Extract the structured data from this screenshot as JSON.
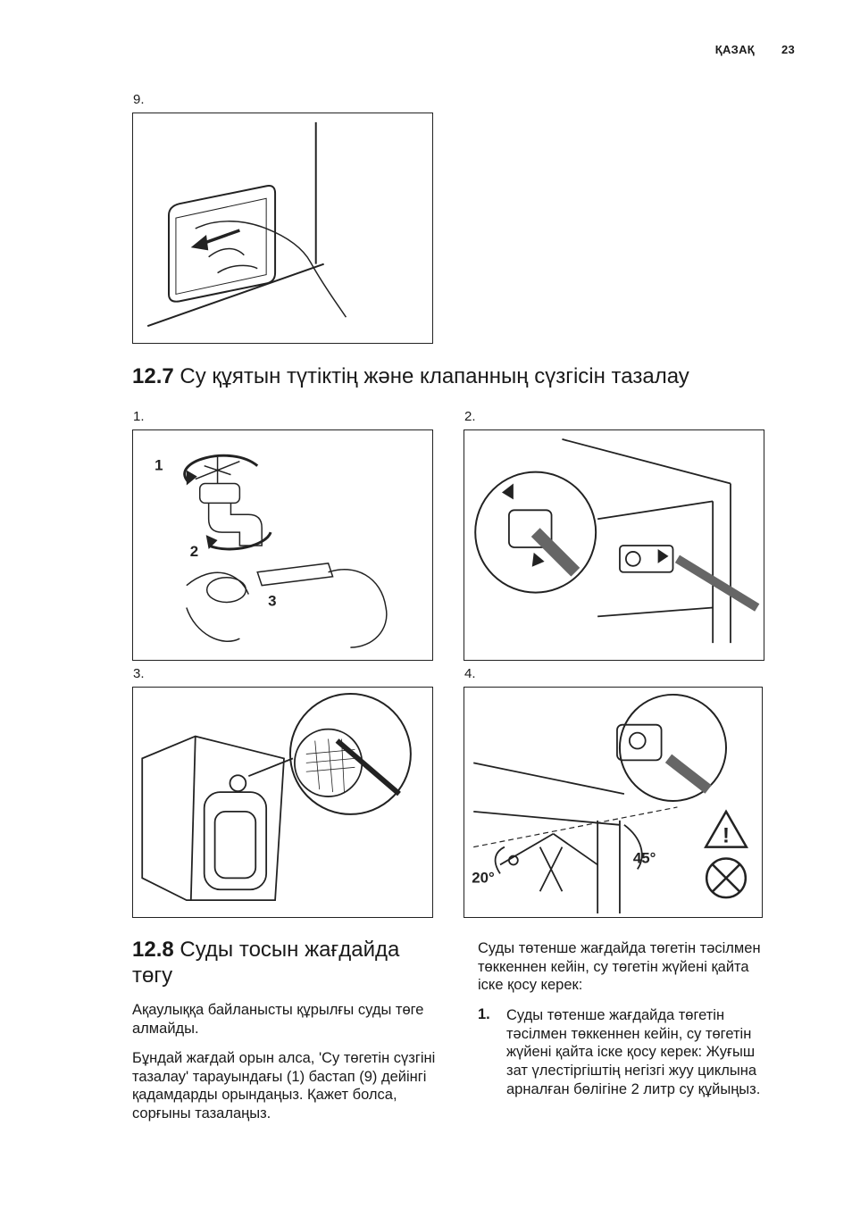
{
  "header": {
    "language": "ҚАЗАҚ",
    "page_number": "23"
  },
  "figures": {
    "fig9": {
      "label": "9."
    },
    "fig1": {
      "label": "1.",
      "callouts": [
        "1",
        "2",
        "3"
      ]
    },
    "fig2": {
      "label": "2."
    },
    "fig3": {
      "label": "3."
    },
    "fig4": {
      "label": "4.",
      "angle_left": "20°",
      "angle_right": "45°"
    }
  },
  "section_12_7": {
    "number": "12.7",
    "title": " Су құятын түтіктің және клапанның сүзгісін тазалау"
  },
  "section_12_8": {
    "number": "12.8",
    "title": " Суды тосын жағдайда төгу",
    "para1": "Ақаулыққа байланысты құрылғы суды төге алмайды.",
    "para2": "Бұндай жағдай орын алса, 'Су төгетін сүзгіні тазалау' тарауындағы (1) бастап (9) дейінгі қадамдарды орындаңыз. Қажет болса, сорғыны тазалаңыз.",
    "para3": "Суды төтенше жағдайда төгетін тәсілмен төккеннен кейін, су төгетін жүйені қайта іске қосу керек:",
    "list": [
      {
        "num": "1.",
        "text": "Суды төтенше жағдайда төгетін тәсілмен төккеннен кейін, су төгетін жүйені қайта іске қосу керек: Жуғыш зат үлестіргіштің негізгі жуу циклына арналған бөлігіне 2 литр су құйыңыз."
      }
    ]
  }
}
